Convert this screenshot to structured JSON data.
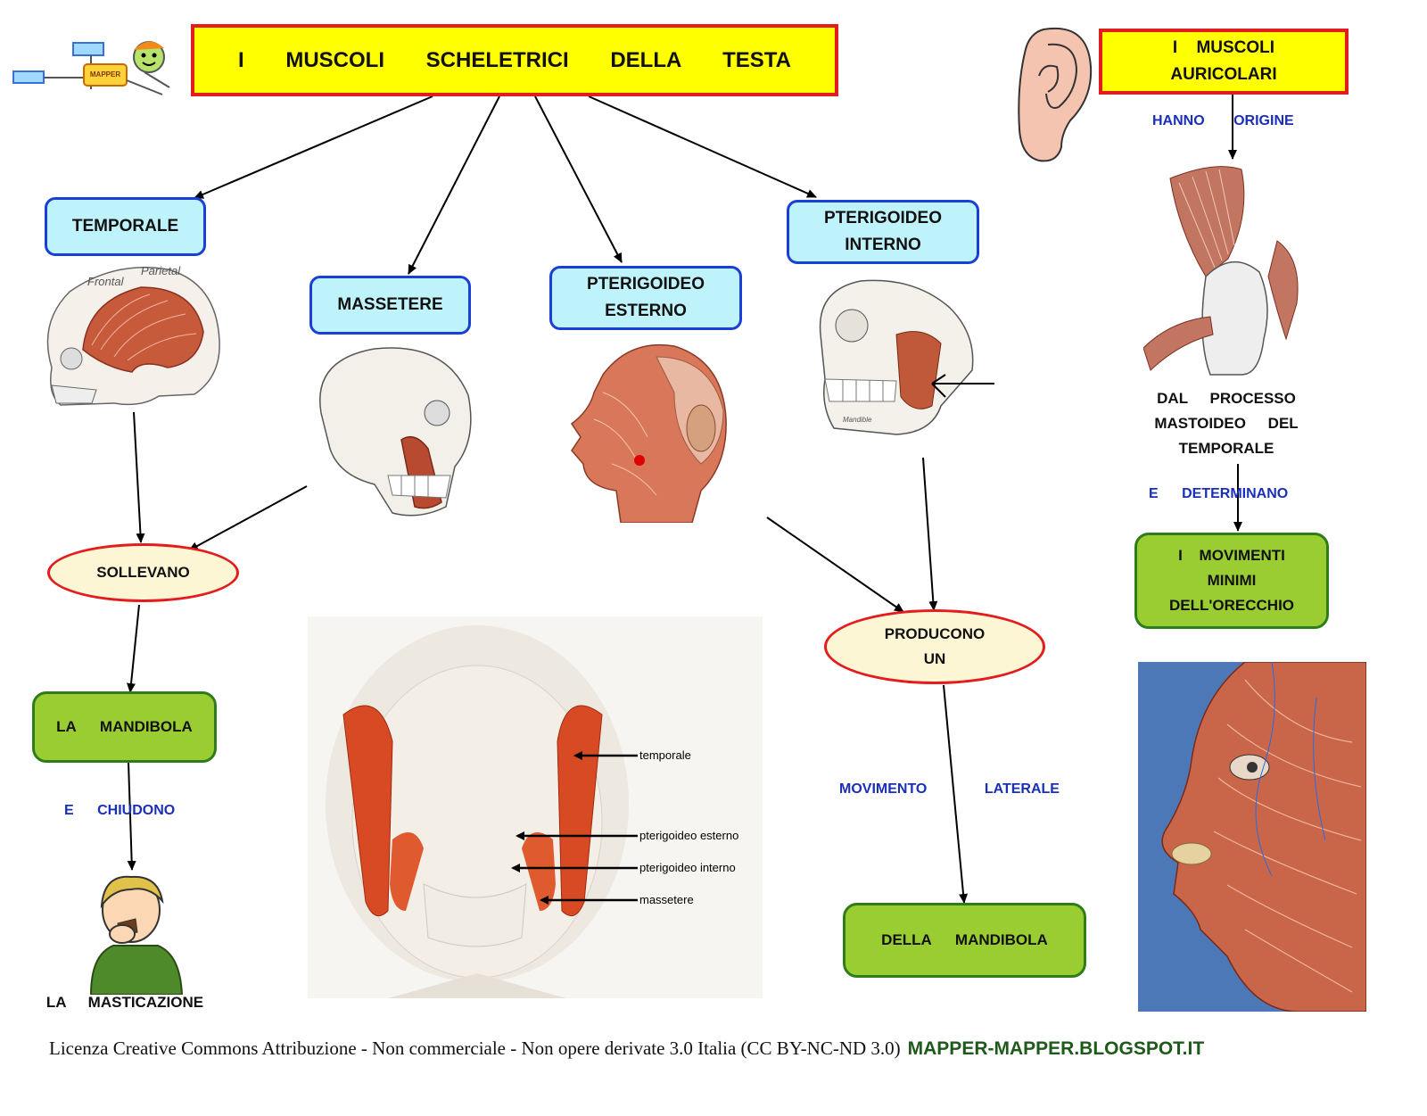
{
  "title": "I MUSCOLI SCHELETRICI DELLA TESTA",
  "logo": {
    "text": "MAPPER"
  },
  "auricular": {
    "title": "I MUSCOLI AURICOLARI",
    "link1": "HANNO ORIGINE",
    "origin": "DAL PROCESSO MASTOIDEO DEL TEMPORALE",
    "link2": "E DETERMINANO",
    "result": "I MOVIMENTI MINIMI DELL'ORECCHIO"
  },
  "muscles": {
    "temporale": "TEMPORALE",
    "massetere": "MASSETERE",
    "pterigoideo_esterno": "PTERIGOIDEO ESTERNO",
    "pterigoideo_interno": "PTERIGOIDEO INTERNO"
  },
  "left_branch": {
    "verb": "SOLLEVANO",
    "object": "LA MANDIBOLA",
    "link": "E CHIUDONO",
    "result": "LA MASTICAZIONE"
  },
  "right_branch": {
    "verb": "PRODUCONO UN",
    "link": "MOVIMENTO LATERALE",
    "result": "DELLA MANDIBOLA"
  },
  "front_view_labels": [
    "temporale",
    "pterigoideo esterno",
    "pterigoideo interno",
    "massetere"
  ],
  "skull_annotations": {
    "frontal": "Frontal",
    "parietal": "Parietal",
    "mandible": "Mandible"
  },
  "footer": {
    "license": "Licenza Creative Commons Attribuzione - Non commerciale - Non opere derivate 3.0 Italia (CC BY-NC-ND 3.0)",
    "site": "MAPPER-MAPPER.BLOGSPOT.IT"
  },
  "colors": {
    "title_bg": "#ffff00",
    "title_border": "#e31d1d",
    "blue_node_bg": "#bff3fb",
    "blue_node_border": "#1a3fd6",
    "green_node_bg": "#9acd32",
    "oval_bg": "#fdf6d4",
    "link_text": "#1a2fb8",
    "muscle": "#c85a3c"
  }
}
